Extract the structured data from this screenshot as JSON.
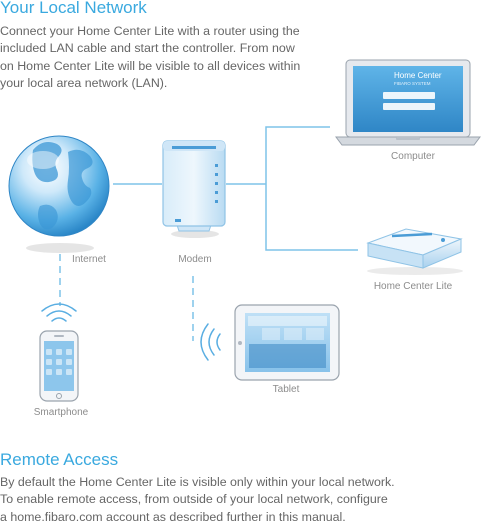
{
  "local": {
    "title": "Your Local Network",
    "lines": [
      "Connect your Home Center Lite with a router using the",
      "included LAN cable and start the controller. From now",
      "on Home Center Lite will be visible to all devices within",
      "your local area network (LAN)."
    ]
  },
  "diagram": {
    "internet": "Internet",
    "modem": "Modem",
    "computer": "Computer",
    "hcl": "Home Center Lite",
    "tablet": "Tablet",
    "smartphone": "Smartphone",
    "screen_title": "Home Center",
    "screen_subtitle": "FIBARO SYSTEM",
    "colors": {
      "accent": "#3aa9df",
      "line": "#7ec3e9"
    }
  },
  "remote": {
    "title": "Remote Access",
    "lines": [
      "By default the Home Center Lite is visible only within your local network.",
      "To enable remote access, from outside of your local network, configure",
      "a home.fibaro.com account as described further in this manual."
    ]
  }
}
